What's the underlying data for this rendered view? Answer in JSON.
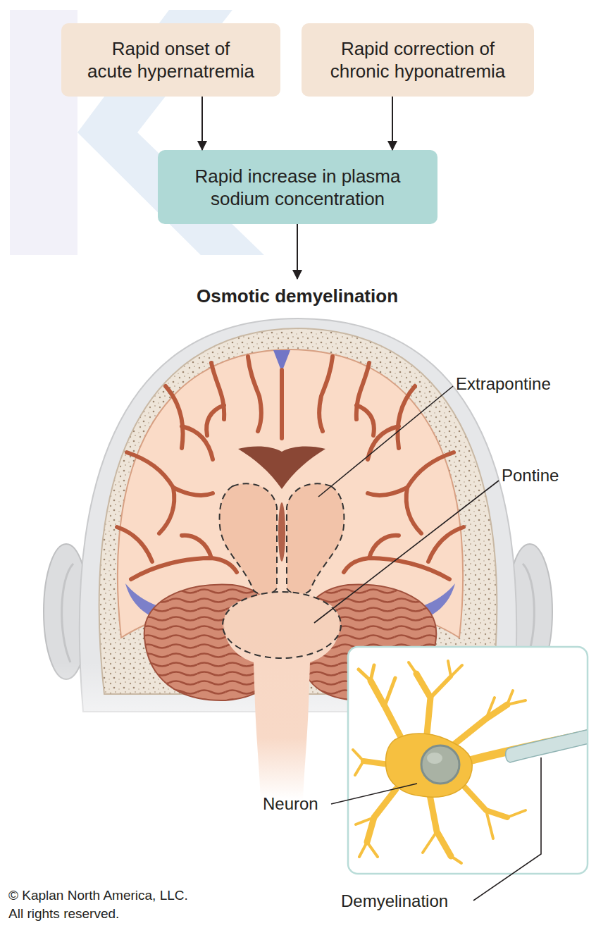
{
  "diagram": {
    "nodes": [
      {
        "text": [
          "Rapid onset of acute hypernatremia"
        ]
      },
      {
        "text": [
          "Rapid correction of chronic hyponatremia"
        ]
      },
      {
        "text": [
          "Rapid increase in plasma sodium concentration"
        ]
      },
      {
        "text": [
          "Osmotic demyelination"
        ]
      }
    ],
    "edges": [
      {
        "from": 0,
        "to": 2,
        "arrow": "to"
      },
      {
        "from": 1,
        "to": 2,
        "arrow": "to"
      },
      {
        "from": 2,
        "to": 3,
        "arrow": "to"
      }
    ],
    "labels": [
      "Extrapontine",
      "Pontine",
      "Neuron",
      "Demyelination",
      "© Kaplan North America, LLC. All rights reserved."
    ]
  }
}
